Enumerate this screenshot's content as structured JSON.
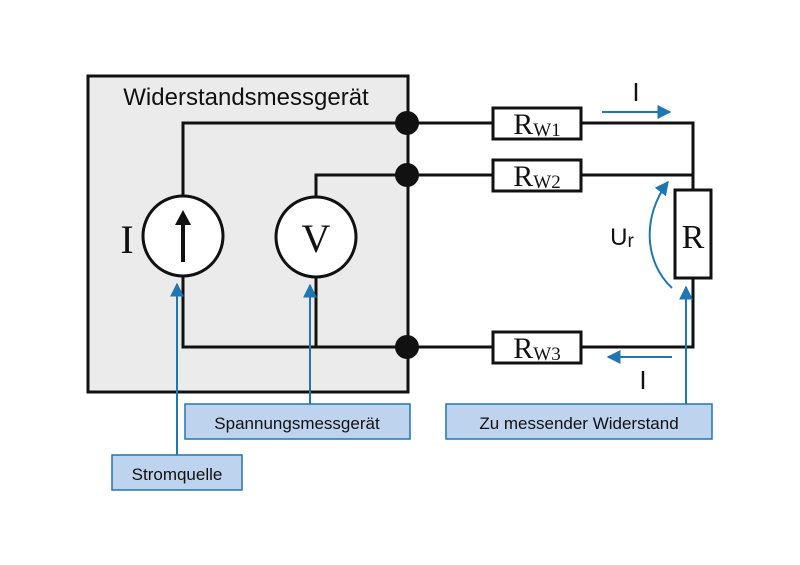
{
  "title": "Widerstandsmessgerät",
  "sources": {
    "current_symbol": "I",
    "voltmeter_symbol": "V"
  },
  "resistors": {
    "rw1": {
      "main": "R",
      "sub": "W1"
    },
    "rw2": {
      "main": "R",
      "sub": "W2"
    },
    "rw3": {
      "main": "R",
      "sub": "W3"
    },
    "r": "R"
  },
  "labels": {
    "current_top": "I",
    "current_bottom": "I",
    "voltage_main": "U",
    "voltage_sub": "r"
  },
  "callouts": {
    "spannung": "Spannungsmessgerät",
    "strom": "Stromquelle",
    "widerstand": "Zu messender Widerstand"
  },
  "colors": {
    "accent": "#1f76b4",
    "callout_fill": "#bdd3ee",
    "device_fill": "#ebebeb",
    "wire": "#111111"
  }
}
